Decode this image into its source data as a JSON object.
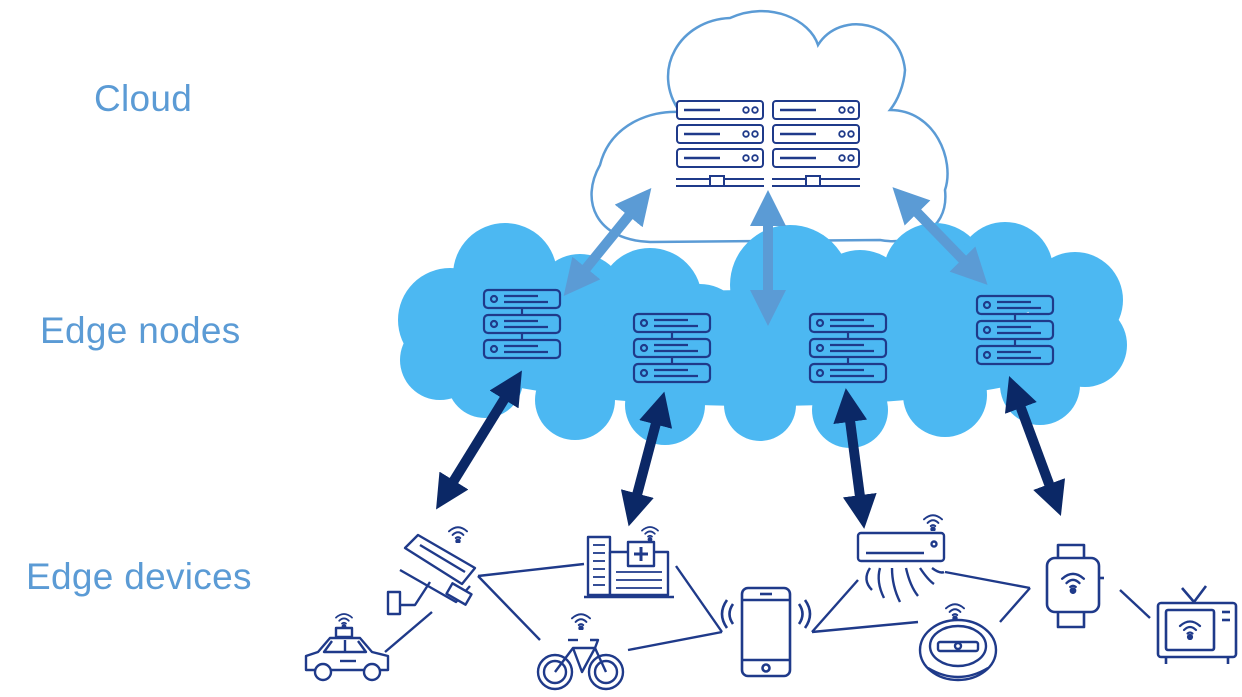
{
  "labels": {
    "cloud": "Cloud",
    "edge_nodes": "Edge nodes",
    "edge_devices": "Edge devices"
  },
  "colors": {
    "label_blue": "#5b9bd5",
    "cloud_outline": "#5b9bd5",
    "edge_cloud_fill": "#4cb8f2",
    "icon_navy": "#1f3a8a",
    "arrow_light": "#5b9bd5",
    "arrow_dark": "#0b2866"
  },
  "icons": {
    "cloud_servers": "server-rack-icon",
    "edge_node": "server-stack-icon",
    "devices": [
      "security-camera-icon",
      "taxi-icon",
      "hospital-icon",
      "bicycle-icon",
      "smartphone-icon",
      "air-conditioner-icon",
      "robot-vacuum-icon",
      "smartwatch-icon",
      "television-icon"
    ]
  }
}
